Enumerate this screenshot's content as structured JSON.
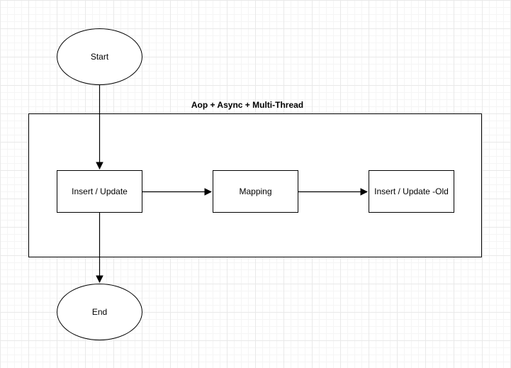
{
  "diagram": {
    "title": "Aop + Async + Multi-Thread",
    "nodes": {
      "start": {
        "label": "Start",
        "shape": "ellipse"
      },
      "insert_update": {
        "label": "Insert / Update",
        "shape": "rectangle"
      },
      "mapping": {
        "label": "Mapping",
        "shape": "rectangle"
      },
      "insert_update_old": {
        "label": "Insert / Update -Old",
        "shape": "rectangle"
      },
      "end": {
        "label": "End",
        "shape": "ellipse"
      }
    },
    "edges": [
      {
        "from": "start",
        "to": "insert_update",
        "direction": "down"
      },
      {
        "from": "insert_update",
        "to": "mapping",
        "direction": "right"
      },
      {
        "from": "mapping",
        "to": "insert_update_old",
        "direction": "right"
      },
      {
        "from": "insert_update",
        "to": "end",
        "direction": "down"
      }
    ],
    "colors": {
      "shape_stroke": "#000000",
      "shape_fill": "#ffffff",
      "text": "#000000",
      "background": "#ffffff",
      "grid_minor": "#f5f5f5",
      "grid_major": "#e9e9e9"
    }
  }
}
